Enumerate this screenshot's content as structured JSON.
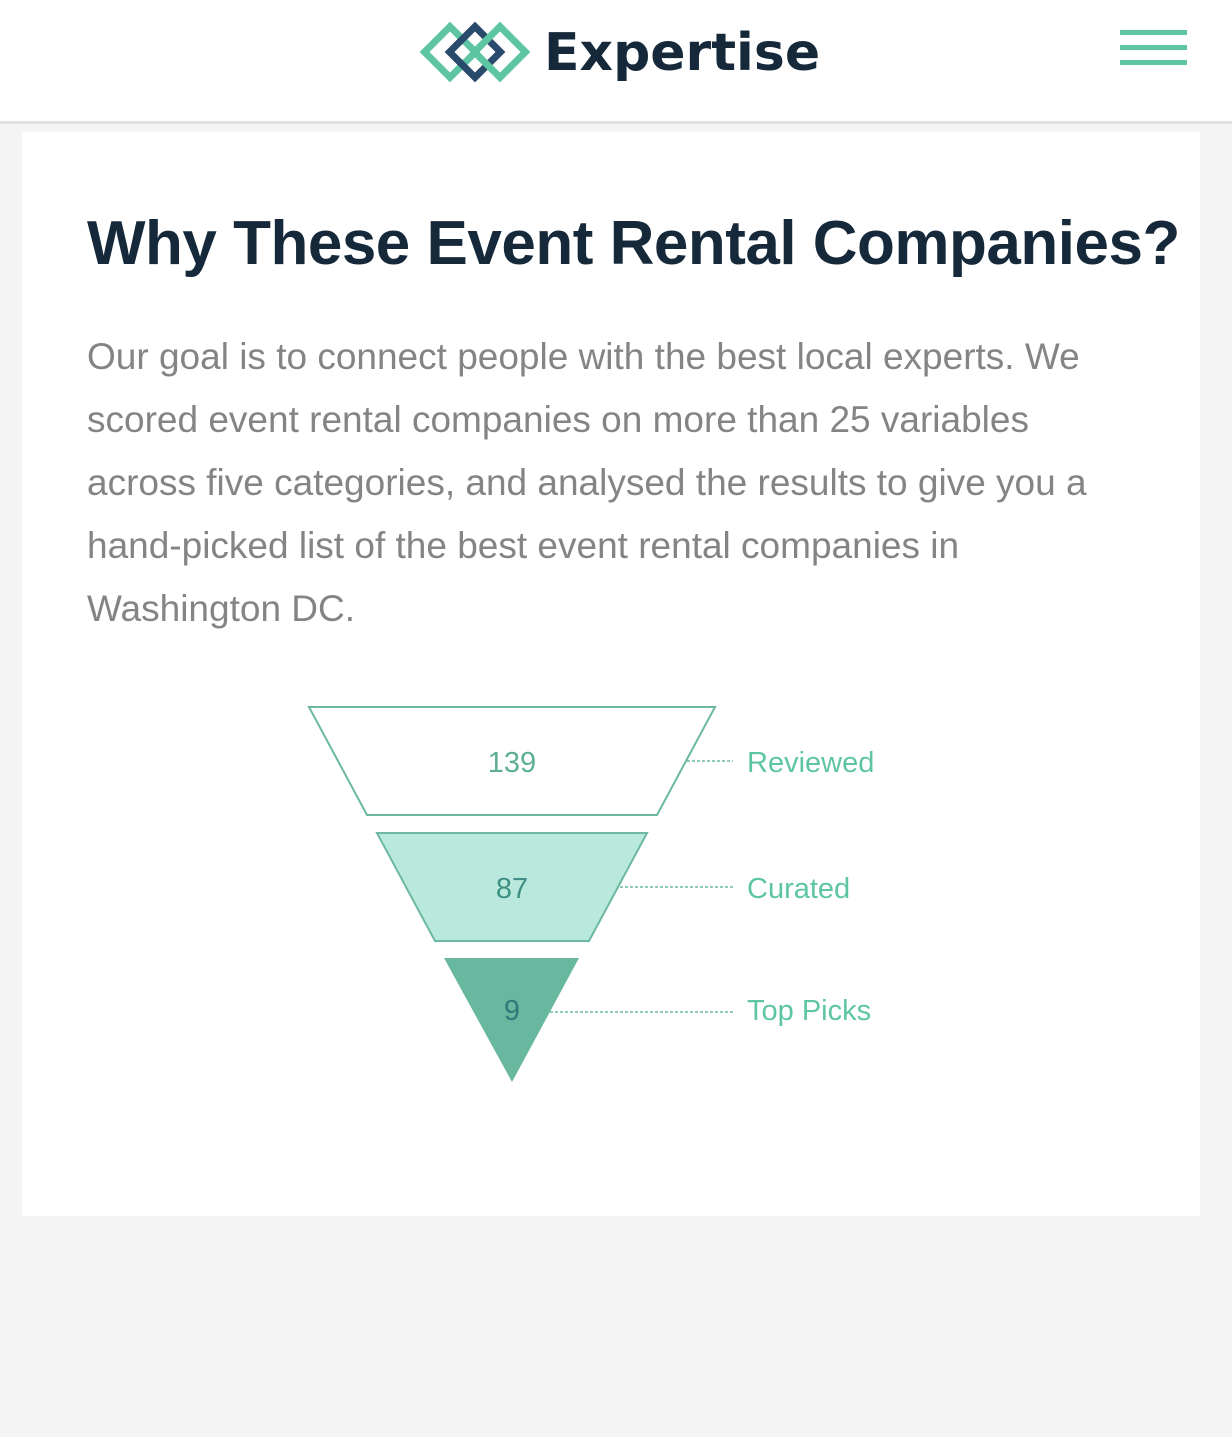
{
  "header": {
    "brand": "Expertise",
    "menu_icon": "hamburger-icon"
  },
  "main": {
    "title": "Why These Event Rental Companies?",
    "description": "Our goal is to connect people with the best local experts. We scored event rental companies on more than 25 variables across five categories, and analysed the results to give you a hand-picked list of the best event rental companies in Washington DC."
  },
  "funnel": {
    "stages": [
      {
        "value": "139",
        "label": "Reviewed"
      },
      {
        "value": "87",
        "label": "Curated"
      },
      {
        "value": "9",
        "label": "Top Picks"
      }
    ]
  },
  "colors": {
    "accent": "#5ec5a3",
    "navy": "#15293a",
    "funnel_stroke": "#6bb9a0",
    "funnel_mid": "#b9e9dc",
    "funnel_dark": "#67b89e"
  }
}
